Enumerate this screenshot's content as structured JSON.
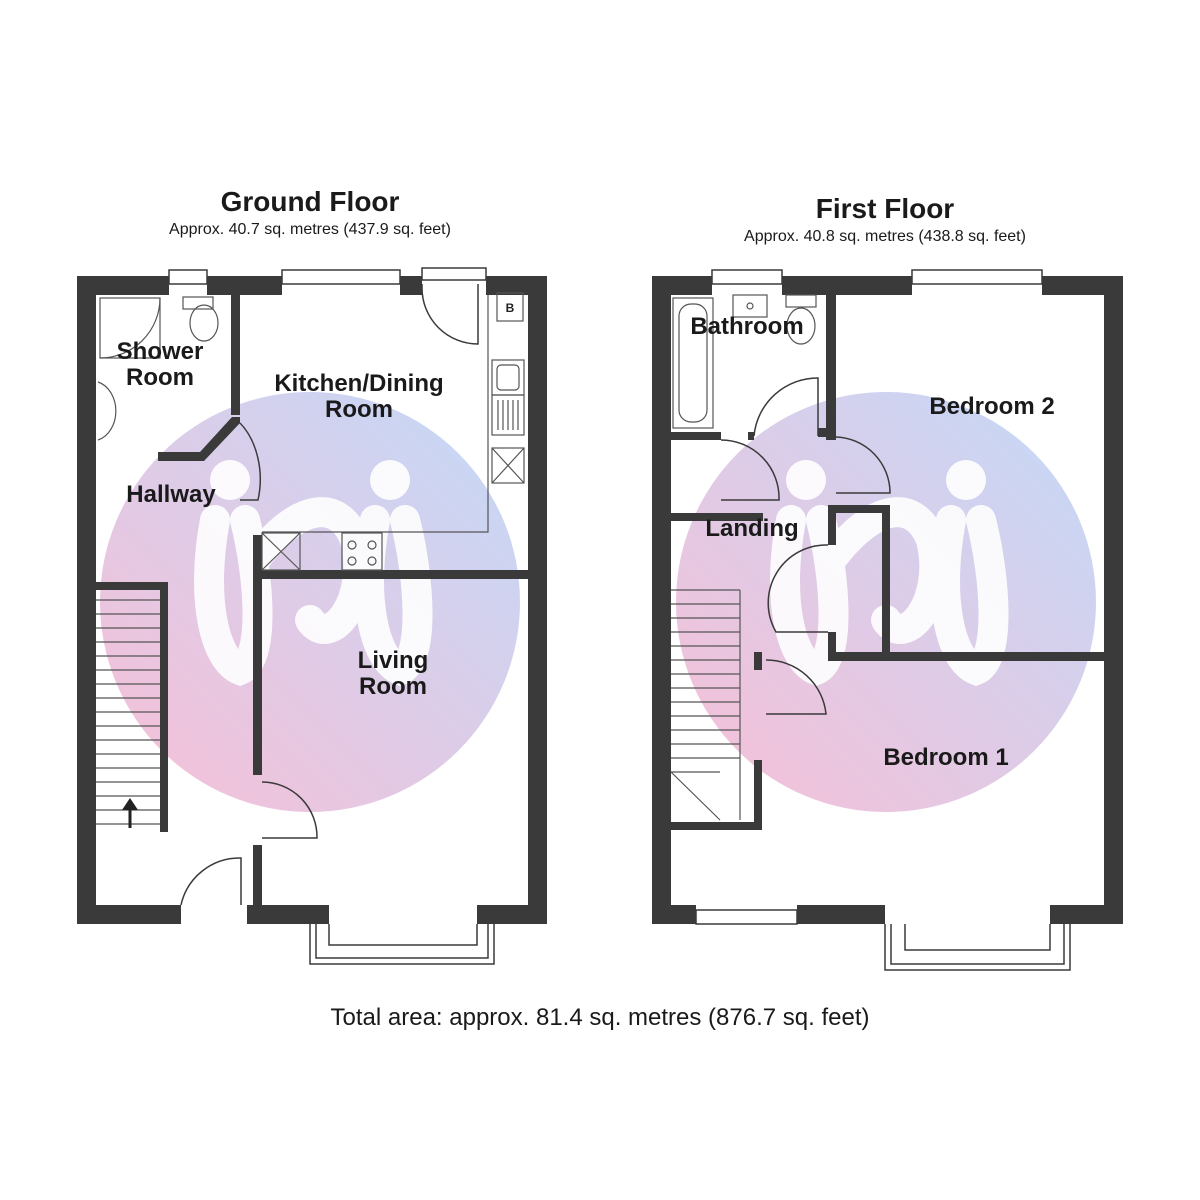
{
  "ground_floor": {
    "title": "Ground Floor",
    "area": "Approx. 40.7 sq. metres (437.9 sq. feet)",
    "rooms": {
      "shower_room": "Shower\nRoom",
      "kitchen_dining": "Kitchen/Dining\nRoom",
      "hallway": "Hallway",
      "living_room": "Living\nRoom"
    },
    "boiler_label": "B"
  },
  "first_floor": {
    "title": "First Floor",
    "area": "Approx. 40.8 sq. metres (438.8 sq. feet)",
    "rooms": {
      "bathroom": "Bathroom",
      "bedroom_2": "Bedroom 2",
      "landing": "Landing",
      "bedroom_1": "Bedroom 1"
    }
  },
  "total_area": "Total area: approx. 81.4 sq. metres (876.7 sq. feet)",
  "colors": {
    "wall": "#3a3a3a",
    "watermark_pink": "#f2b8d4",
    "watermark_blue": "#b8d4f5"
  },
  "icons": [
    "watermark-logo-icon",
    "stairs-up-arrow-icon",
    "hob-icon",
    "sink-icon",
    "toilet-icon",
    "bath-icon",
    "shower-tray-icon",
    "basin-icon"
  ]
}
